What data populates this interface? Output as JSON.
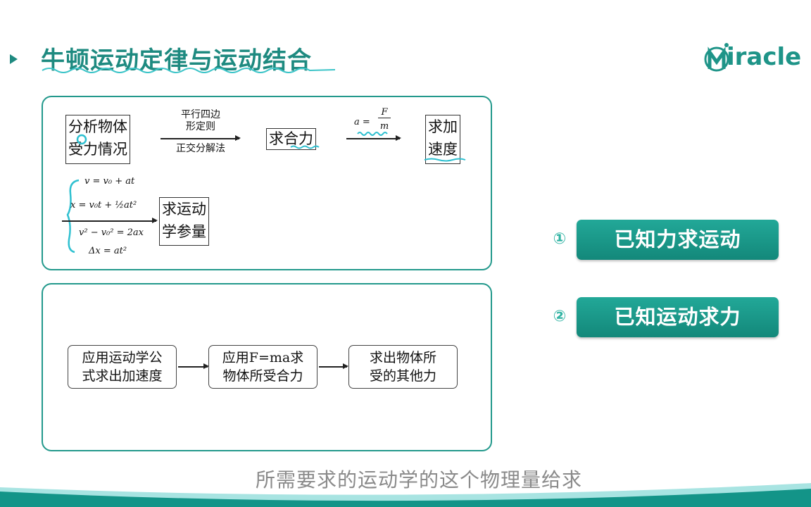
{
  "slide": {
    "title": "牛顿运动定律与运动结合",
    "logo_text": "Miracle",
    "colors": {
      "accent": "#1e8a80",
      "panel_border": "#23998c",
      "button": "#1a9c8c",
      "annotation": "#2fc0d0"
    }
  },
  "panel1": {
    "box_analyze": [
      "分析物体",
      "受力情况"
    ],
    "arrow1_top": [
      "平行四边",
      "形定则"
    ],
    "arrow1_bottom": "正交分解法",
    "box_net_force": "求合力",
    "arrow2_formula": {
      "lhs": "a =",
      "num": "F",
      "den": "m"
    },
    "box_acceleration": [
      "求加",
      "速度"
    ],
    "formulas": [
      "v = v₀ + at",
      "x = v₀t + ½at²",
      "v² − v₀² = 2ax",
      "Δx = at²"
    ],
    "box_kinematics": [
      "求运动",
      "学参量"
    ]
  },
  "panel2": {
    "boxes": [
      [
        "应用运动学公",
        "式求出加速度"
      ],
      [
        "应用F=ma求",
        "物体所受合力"
      ],
      [
        "求出物体所",
        "受的其他力"
      ]
    ]
  },
  "options": [
    {
      "number": "①",
      "label": "已知力求运动"
    },
    {
      "number": "②",
      "label": "已知运动求力"
    }
  ],
  "subtitle": "所需要求的运动学的这个物理量给求"
}
